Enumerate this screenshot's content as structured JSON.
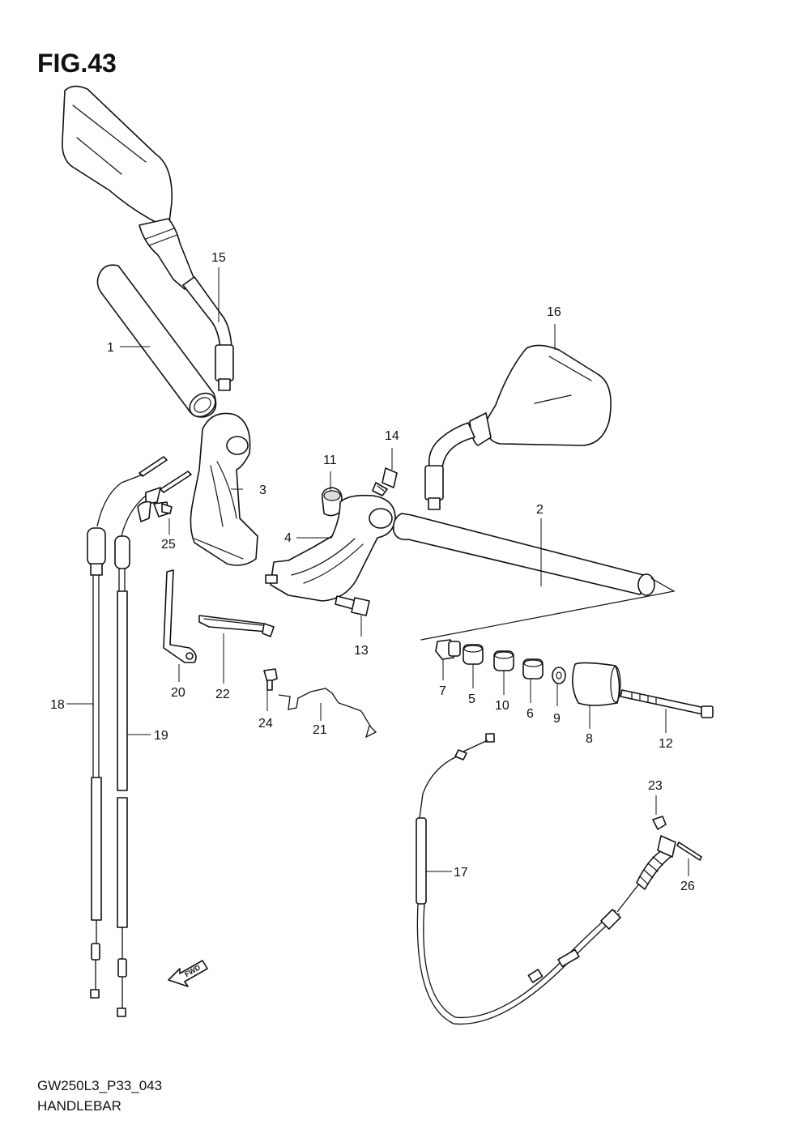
{
  "header": {
    "figure": "FIG.43"
  },
  "footer": {
    "code": "GW250L3_P33_043",
    "name": "HANDLEBAR"
  },
  "fwd_label": "FWD",
  "callouts": {
    "c1": "1",
    "c2": "2",
    "c3": "3",
    "c4": "4",
    "c5": "5",
    "c6": "6",
    "c7": "7",
    "c8": "8",
    "c9": "9",
    "c10": "10",
    "c11": "11",
    "c12": "12",
    "c13": "13",
    "c14": "14",
    "c15": "15",
    "c16": "16",
    "c17": "17",
    "c18": "18",
    "c19": "19",
    "c20": "20",
    "c21": "21",
    "c22": "22",
    "c23": "23",
    "c24": "24",
    "c25": "25",
    "c26": "26"
  }
}
